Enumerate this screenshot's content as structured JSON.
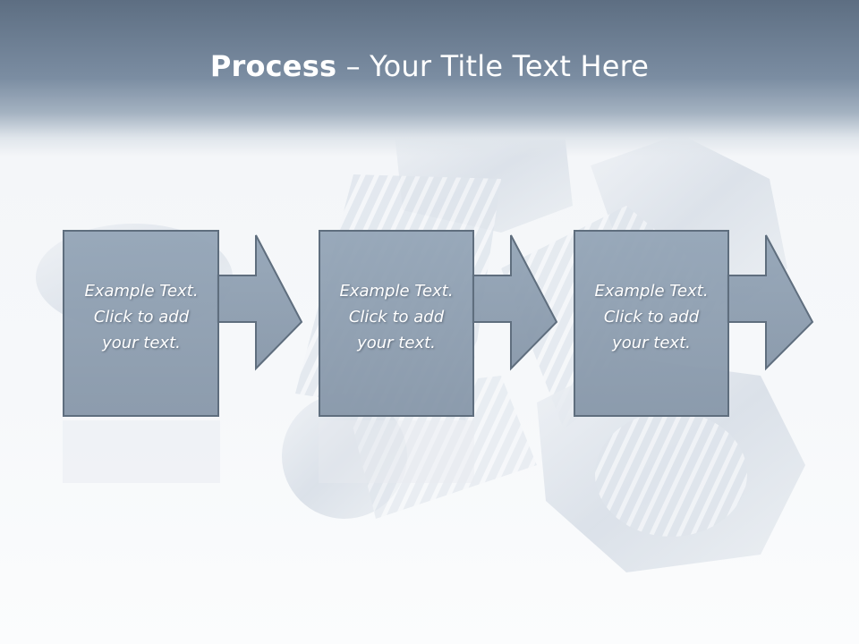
{
  "slide": {
    "title_bold": "Process",
    "title_rest": " – Your Title Text Here",
    "steps": [
      {
        "line1": "Example Text.",
        "line2": "Click  to add",
        "line3": "your text."
      },
      {
        "line1": "Example Text.",
        "line2": "Click  to add",
        "line3": "your text."
      },
      {
        "line1": "Example Text.",
        "line2": "Click  to add",
        "line3": "your text."
      }
    ]
  },
  "colors": {
    "header_top": "#5d6e82",
    "box_fill": "#8fa0b2",
    "box_stroke": "#5f6e7e",
    "text": "#ffffff"
  }
}
